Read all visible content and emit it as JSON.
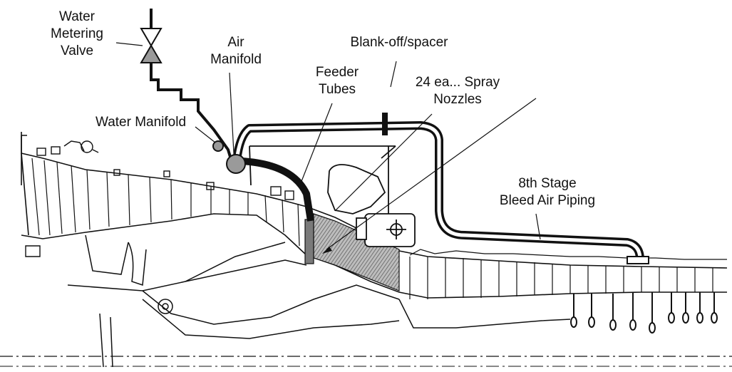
{
  "labels": {
    "water_metering_valve": [
      "Water",
      "Metering",
      "Valve"
    ],
    "air_manifold": [
      "Air",
      "Manifold"
    ],
    "blank_off_spacer": "Blank-off/spacer",
    "feeder_tubes": [
      "Feeder",
      "Tubes"
    ],
    "spray_nozzles": [
      "24 ea... Spray",
      "Nozzles"
    ],
    "water_manifold": "Water Manifold",
    "bleed_air_piping": [
      "8th Stage",
      "Bleed Air Piping"
    ]
  },
  "colors": {
    "ink": "#111111",
    "pipe": "#1a1a1a",
    "shade": "#8a8a8a",
    "manifold": "#9a9a9a",
    "background": "#ffffff"
  }
}
